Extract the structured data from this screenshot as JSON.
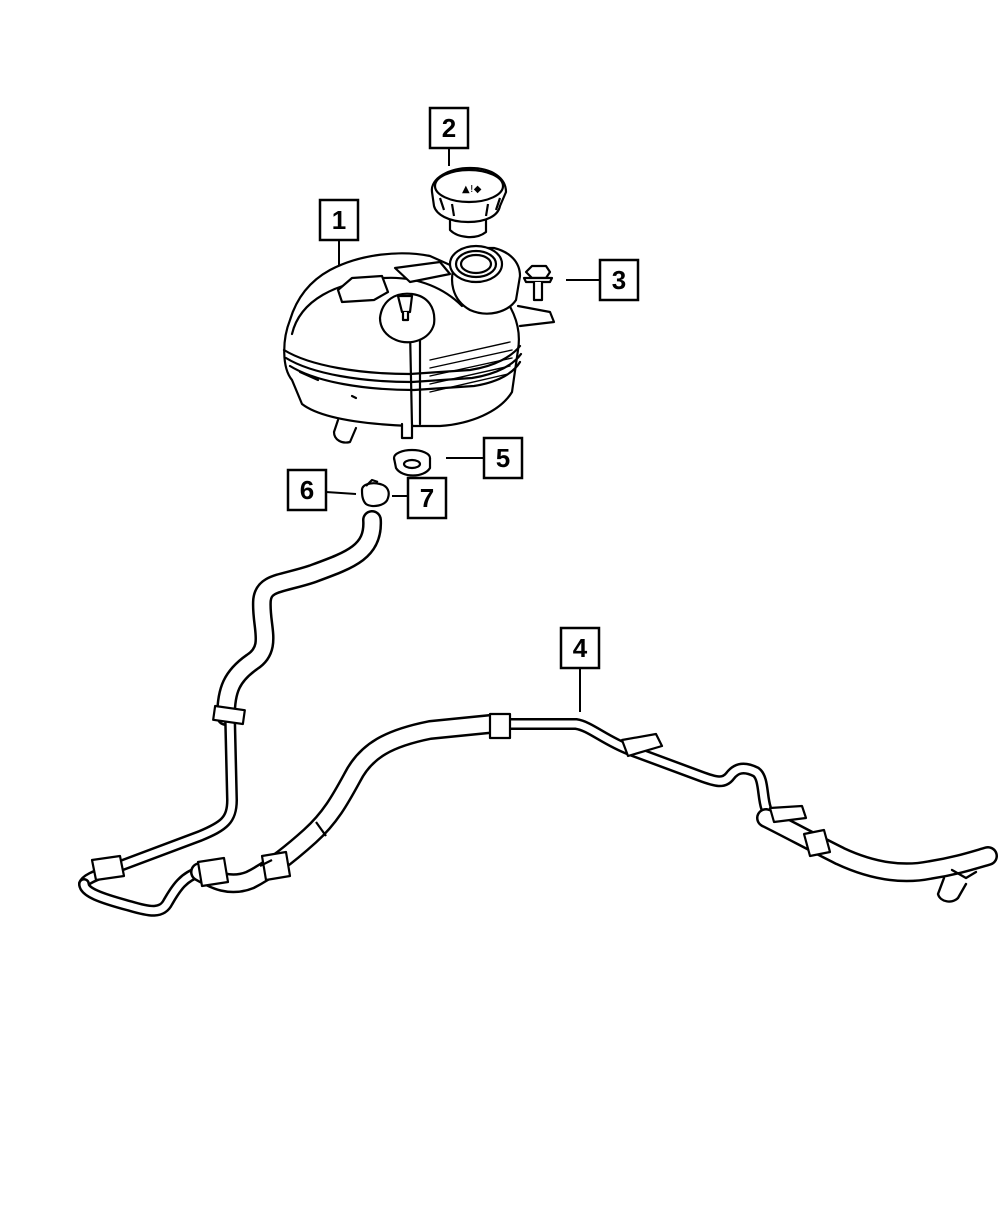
{
  "colors": {
    "ink": "#000000",
    "paper": "#ffffff"
  },
  "parts": {
    "reservoir": {
      "callout": "1"
    },
    "pressure_cap": {
      "callout": "2"
    },
    "mounting_bolt": {
      "callout": "3"
    },
    "coolant_hose": {
      "callout": "4"
    },
    "outlet_fitting": {
      "callout": "5"
    },
    "hose_clamp": {
      "callout": "6"
    },
    "hose_clamp_2": {
      "callout": "7"
    }
  }
}
